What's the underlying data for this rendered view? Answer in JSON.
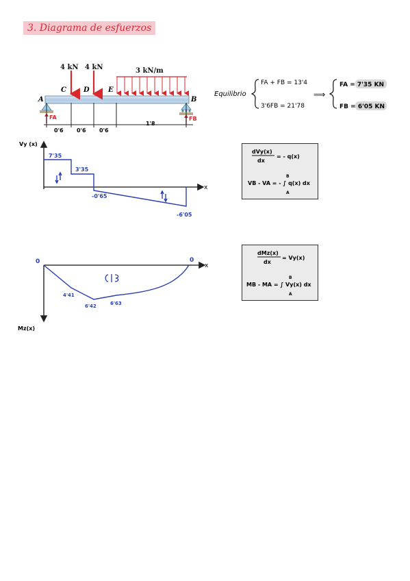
{
  "title": "3. Diagrama de esfuerzos",
  "beam": {
    "loads": {
      "p1": "4 kN",
      "p2": "4 kN",
      "q": "3 kN/m"
    },
    "points": {
      "A": "A",
      "B": "B",
      "C": "C",
      "D": "D",
      "E": "E"
    },
    "reactions": {
      "fa": "FA",
      "fb": "FB"
    },
    "spans": [
      "0'6",
      "0'6",
      "0'6",
      "1'8"
    ]
  },
  "equilibrium": {
    "label": "Equilibrio",
    "eq1": "FA + FB = 13'4",
    "eq2": "3'6FB = 21'78",
    "implies": "⟹",
    "res1": "FA = 7'35 KN",
    "res2": "FB = 6'05 KN"
  },
  "shear": {
    "axis_y": "Vy (x)",
    "axis_x": "x",
    "labels": [
      "7'35",
      "3'35",
      "-0'65",
      "-6'05"
    ]
  },
  "moment": {
    "axis_y": "Mz(x)",
    "axis_x": "x",
    "labels": [
      "0",
      "0",
      "4'41",
      "6'42",
      "6'63"
    ]
  },
  "formula1": {
    "line1_num": "dVy(x)",
    "line1_den": "dx",
    "line1_rhs": "= - q(x)",
    "line2": "VB - VA = - ∫ q(x) dx",
    "lim_top": "B",
    "lim_bot": "A"
  },
  "formula2": {
    "line1_num": "dMz(x)",
    "line1_den": "dx",
    "line1_rhs": "= Vy(x)",
    "line2": "MB - MA = ∫ Vy(x) dx",
    "lim_top": "B",
    "lim_bot": "A"
  }
}
